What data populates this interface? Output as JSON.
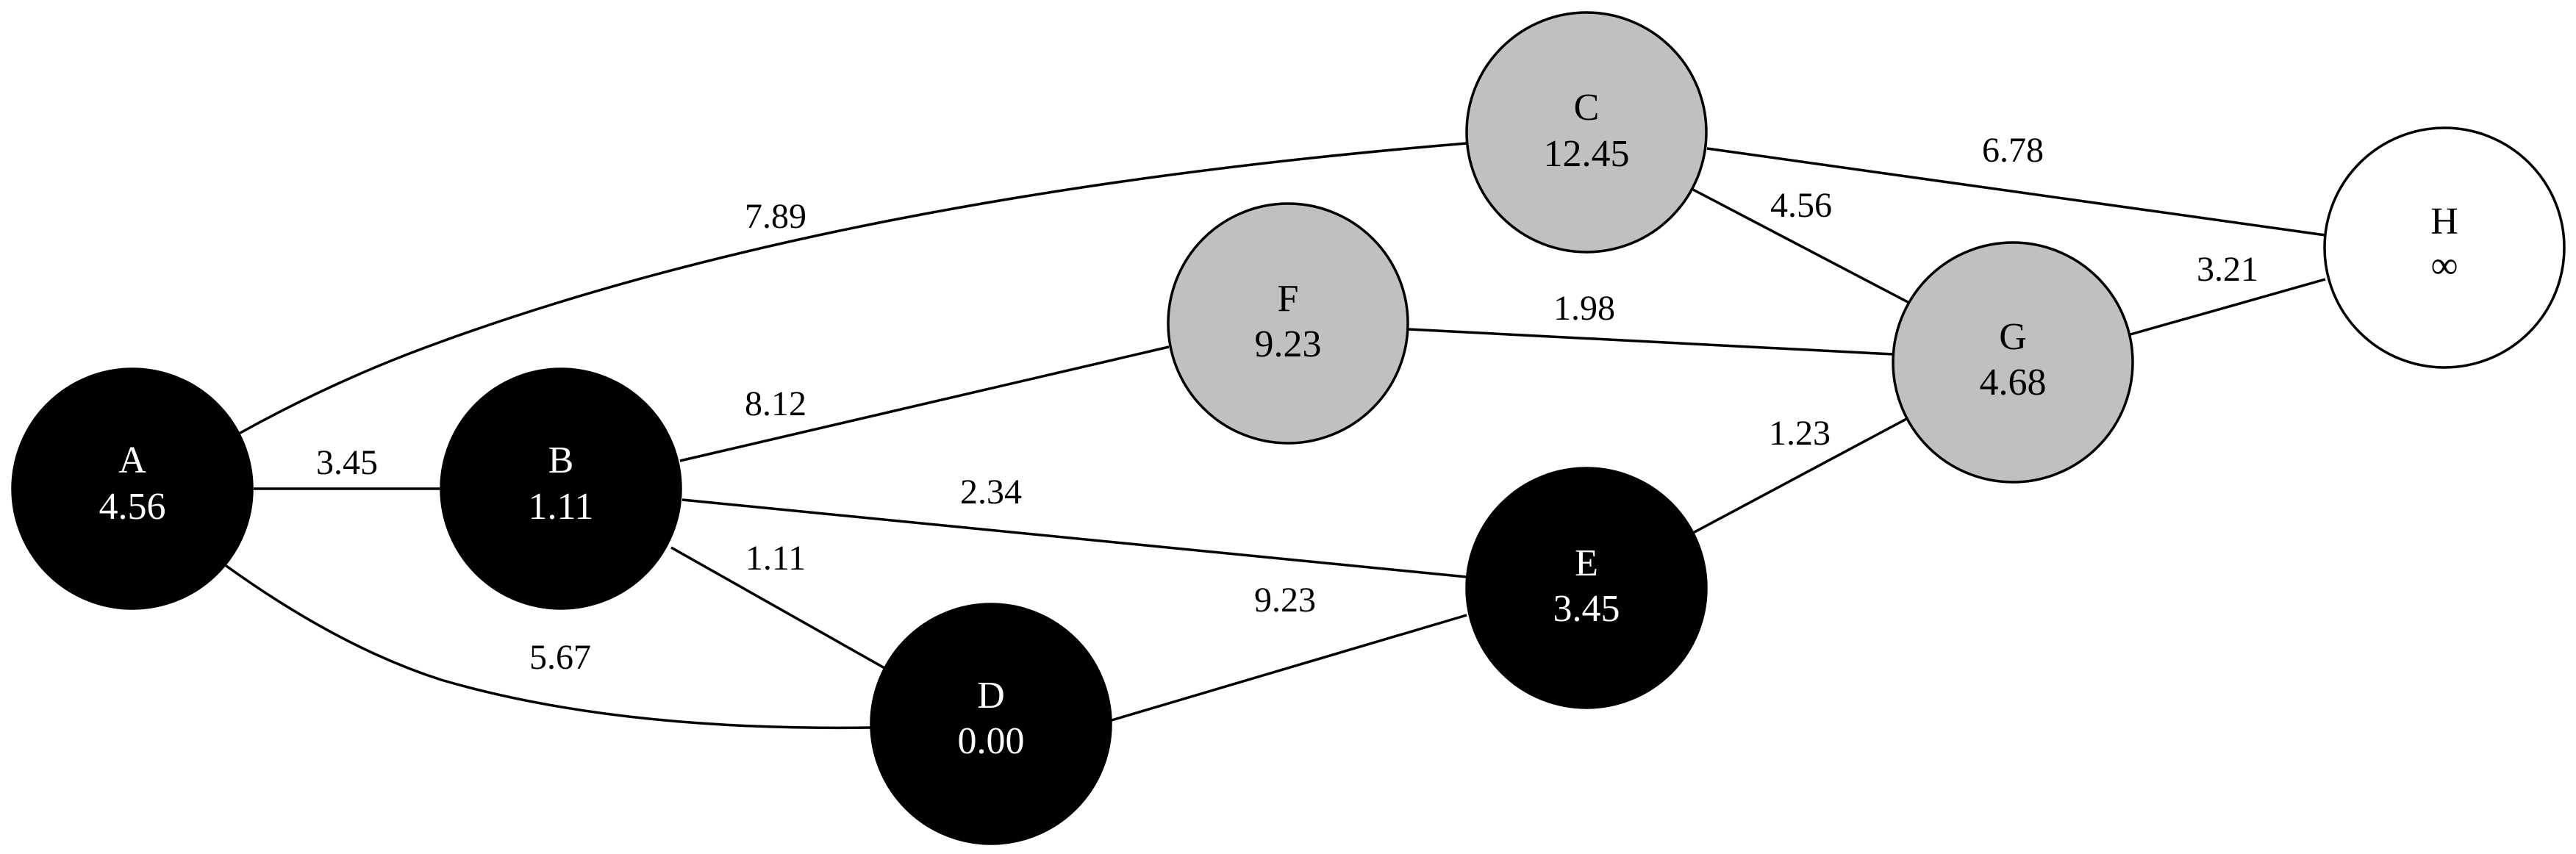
{
  "colors": {
    "visited": "#000000",
    "frontier": "#c0c0c0",
    "unvisited": "#ffffff",
    "text_on_visited": "#ffffff",
    "text_on_light": "#000000"
  },
  "nodes": {
    "A": {
      "name": "A",
      "distance": "4.56",
      "state": "visited"
    },
    "B": {
      "name": "B",
      "distance": "1.11",
      "state": "visited"
    },
    "C": {
      "name": "C",
      "distance": "12.45",
      "state": "frontier"
    },
    "D": {
      "name": "D",
      "distance": "0.00",
      "state": "visited"
    },
    "E": {
      "name": "E",
      "distance": "3.45",
      "state": "visited"
    },
    "F": {
      "name": "F",
      "distance": "9.23",
      "state": "frontier"
    },
    "G": {
      "name": "G",
      "distance": "4.68",
      "state": "frontier"
    },
    "H": {
      "name": "H",
      "distance": "∞",
      "state": "unvisited"
    }
  },
  "edges": {
    "A_B": {
      "from": "A",
      "to": "B",
      "weight": "3.45"
    },
    "A_C": {
      "from": "A",
      "to": "C",
      "weight": "7.89"
    },
    "A_D": {
      "from": "A",
      "to": "D",
      "weight": "5.67"
    },
    "B_F": {
      "from": "B",
      "to": "F",
      "weight": "8.12"
    },
    "B_E": {
      "from": "B",
      "to": "E",
      "weight": "2.34"
    },
    "B_D": {
      "from": "B",
      "to": "D",
      "weight": "1.11"
    },
    "D_E": {
      "from": "D",
      "to": "E",
      "weight": "9.23"
    },
    "F_G": {
      "from": "F",
      "to": "G",
      "weight": "1.98"
    },
    "C_G": {
      "from": "C",
      "to": "G",
      "weight": "4.56"
    },
    "C_H": {
      "from": "C",
      "to": "H",
      "weight": "6.78"
    },
    "G_H": {
      "from": "G",
      "to": "H",
      "weight": "3.21"
    },
    "E_G": {
      "from": "E",
      "to": "G",
      "weight": "1.23"
    }
  }
}
